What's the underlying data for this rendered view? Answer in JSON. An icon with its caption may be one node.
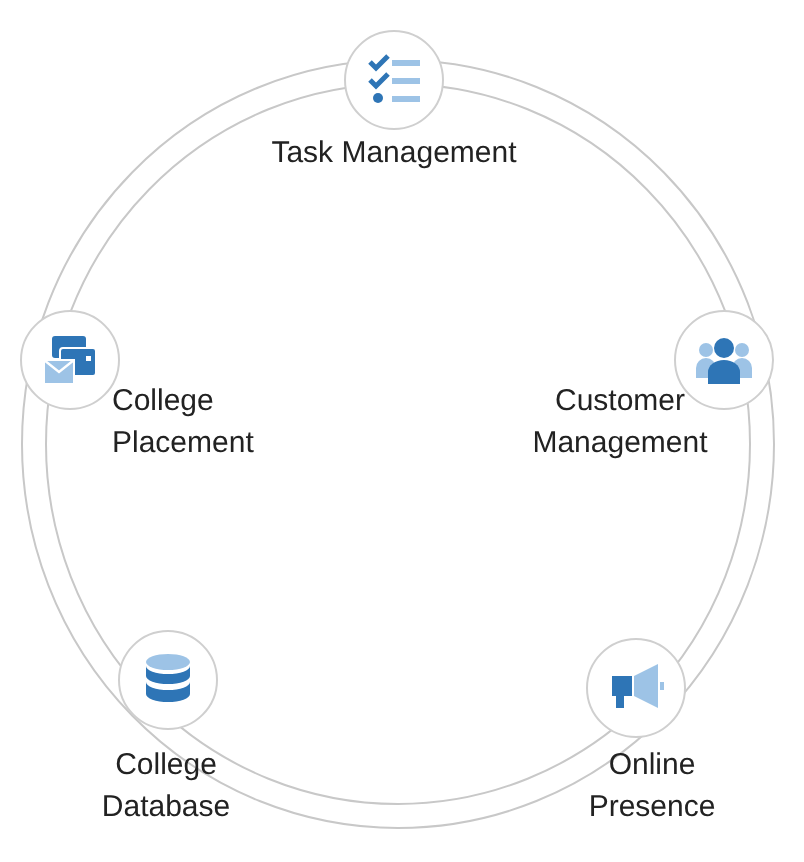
{
  "diagram": {
    "nodes": [
      {
        "text": [
          "Task Management"
        ]
      },
      {
        "text": [
          "College Placement"
        ]
      },
      {
        "text": [
          "Customer Management"
        ]
      },
      {
        "text": [
          "College Database"
        ]
      },
      {
        "text": [
          "Online Presence"
        ]
      }
    ]
  }
}
